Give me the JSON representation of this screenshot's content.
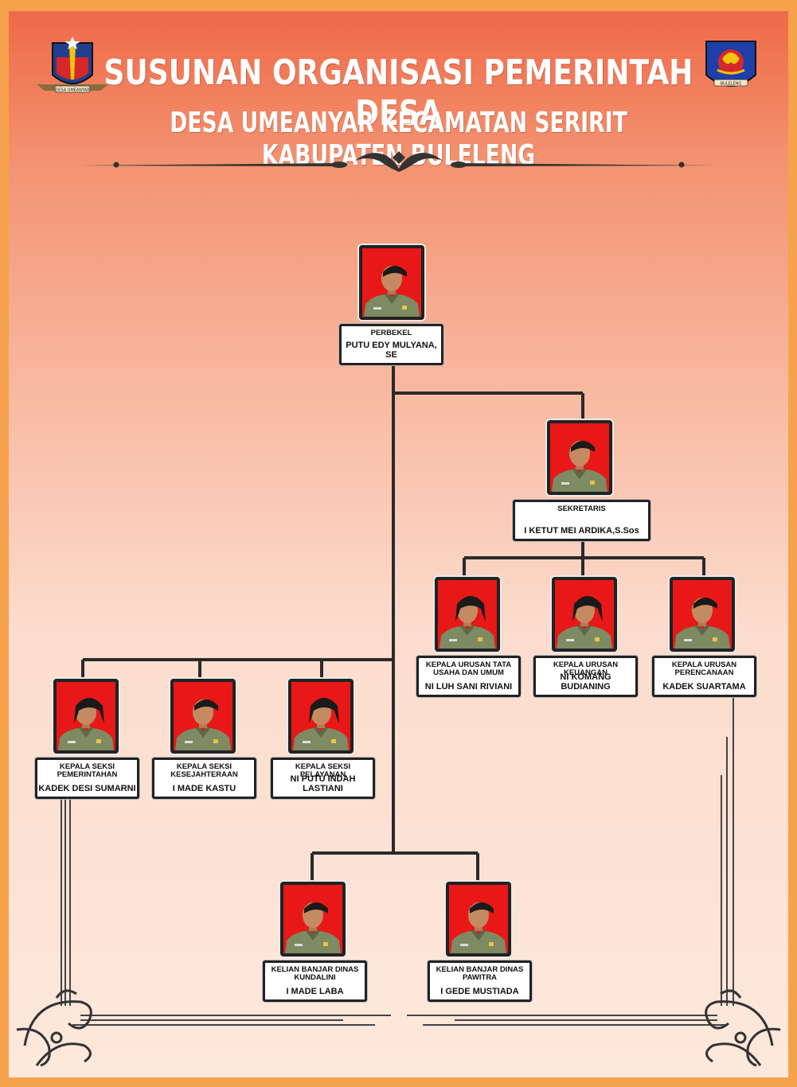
{
  "header": {
    "title": "SUSUNAN ORGANISASI PEMERINTAH DESA",
    "subtitle": "DESA UMEANYAR KECAMATAN SERIRIT KABUPATEN BULELENG",
    "logo_left_ribbon": "DESA UMEANYAR",
    "logo_right_ribbon": "BULELENG"
  },
  "org": {
    "perbekel": {
      "position": "PERBEKEL",
      "name": "PUTU EDY MULYANA, SE"
    },
    "sekretaris": {
      "position": "SEKRETARIS",
      "name": "I KETUT MEI ARDIKA,S.Sos"
    },
    "kaur_tu": {
      "position": "KEPALA URUSAN TATA USAHA DAN UMUM",
      "name": "NI LUH SANI RIVIANI"
    },
    "kaur_keuangan": {
      "position": "KEPALA URUSAN KEUANGAN",
      "name": "NI KOMANG BUDIANING"
    },
    "kaur_perencanaan": {
      "position": "KEPALA URUSAN PERENCANAAN",
      "name": "KADEK SUARTAMA"
    },
    "kasi_pemerintahan": {
      "position": "KEPALA SEKSI PEMERINTAHAN",
      "name": "KADEK DESI SUMARNI"
    },
    "kasi_kesejahteraan": {
      "position": "KEPALA SEKSI KESEJAHTERAAN",
      "name": "I MADE KASTU"
    },
    "kasi_pelayanan": {
      "position": "KEPALA SEKSI PELAYANAN",
      "name": "NI PUTU INDAH LASTIANI"
    },
    "kelian_kundalini": {
      "position": "KELIAN BANJAR DINAS KUNDALINI",
      "name": "I MADE LABA"
    },
    "kelian_pawitra": {
      "position": "KELIAN BANJAR DINAS PAWITRA",
      "name": "I GEDE MUSTIADA"
    }
  },
  "colors": {
    "frame": "#f6a24c",
    "photo_bg": "#e81818",
    "uniform": "#7d8a62",
    "line": "#2a2a2a"
  }
}
